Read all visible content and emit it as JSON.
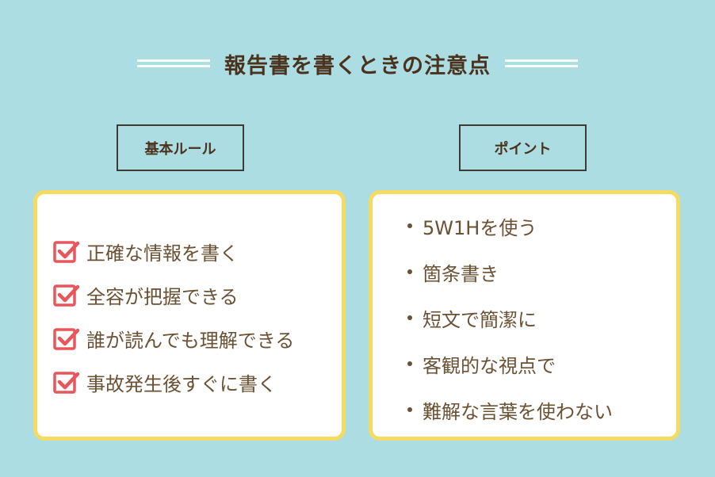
{
  "title": "報告書を書くときの注意点",
  "colors": {
    "background": "#abdde3",
    "card_border": "#f6db62",
    "check_icon": "#e8555a",
    "text": "#6b5133",
    "heading_text": "#4a321c"
  },
  "left": {
    "label": "基本ルール",
    "items": [
      {
        "icon": "checkbox-checked-icon",
        "text": "正確な情報を書く"
      },
      {
        "icon": "checkbox-checked-icon",
        "text": "全容が把握できる"
      },
      {
        "icon": "checkbox-checked-icon",
        "text": "誰が読んでも理解できる"
      },
      {
        "icon": "checkbox-checked-icon",
        "text": "事故発生後すぐに書く"
      }
    ]
  },
  "right": {
    "label": "ポイント",
    "items": [
      {
        "text": "5W1Hを使う"
      },
      {
        "text": "箇条書き"
      },
      {
        "text": "短文で簡潔に"
      },
      {
        "text": "客観的な視点で"
      },
      {
        "text": "難解な言葉を使わない"
      }
    ]
  }
}
